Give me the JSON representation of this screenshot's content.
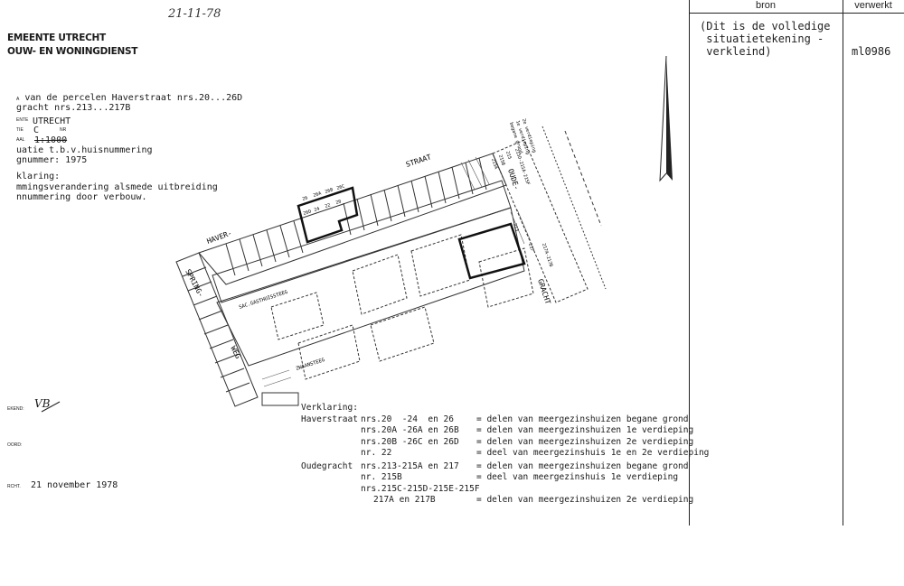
{
  "handwritten_date": "21-11-78",
  "header": {
    "line1": "EMEENTE UTRECHT",
    "line2": "OUW- EN WONINGDIENST"
  },
  "subject": {
    "line1_prefix": "",
    "line1": "van de percelen Haverstraat nrs.20...26D",
    "line2": "gracht nrs.213...217B",
    "label_gemeente": "ENTE",
    "value_gemeente": "UTRECHT",
    "label_sectie": "TIE",
    "value_sectie": "C",
    "label_nr": "NR",
    "label_schaal": "AAL",
    "value_schaal": "1:1000",
    "line_situatie": "uatie t.b.v.huisnummering",
    "line_nummer": "gnummer: 1975",
    "label_verklaring": "klaring:",
    "verklaring1": "mmingsverandering alsmede uitbreiding",
    "verklaring2": "nnummering door verbouw."
  },
  "footer_labels": {
    "getekend_label": "EKEND:",
    "getekend_value": "VB",
    "akkoord_label": "OORD:",
    "datum_label": "RCHT.",
    "datum_value": "21 november 1978"
  },
  "map_labels": {
    "haver": "HAVER-",
    "straat": "STRAAT",
    "spring": "SPRING-",
    "weg": "WEG",
    "oude": "OUDE-",
    "gracht": "GRACHT",
    "gasthuissteeg": "SAC.GASTHUISSTEEG",
    "zwaansteeg": "ZWAANSTEEG",
    "house_numbers": [
      "26",
      "26A",
      "26B",
      "26C",
      "26D",
      "24",
      "22",
      "20",
      "20A",
      "20B"
    ],
    "oude_numbers": [
      "215",
      "215D-215A-215F",
      "215B",
      "215A",
      "213",
      "217",
      "217A-217B"
    ],
    "verdieping_note": [
      "2e verdieping",
      "1e verdieping",
      "begane grond"
    ]
  },
  "legend": {
    "title": "Verklaring:",
    "groups": [
      {
        "street": "Haverstraat",
        "rows": [
          {
            "nrs": "nrs.20  -24  en 26",
            "desc": "= delen van meergezinshuizen begane grond"
          },
          {
            "nrs": "nrs.20A -26A en 26B",
            "desc": "= delen van meergezinshuizen 1e verdieping"
          },
          {
            "nrs": "nrs.20B -26C en 26D",
            "desc": "= delen van meergezinshuizen 2e verdieping"
          },
          {
            "nrs": "nr. 22",
            "desc": "= deel van meergezinshuis 1e en 2e verdieping"
          }
        ]
      },
      {
        "street": "Oudegracht",
        "rows": [
          {
            "nrs": "nrs.213-215A en 217",
            "desc": "= delen van meergezinshuizen begane grond"
          },
          {
            "nrs": "nr. 215B",
            "desc": "= deel van meergezinshuis 1e verdieping"
          },
          {
            "nrs": "nrs.215C-215D-215E-215F",
            "desc": ""
          },
          {
            "nrs": "217A en 217B",
            "desc": "= delen van meergezinshuizen 2e verdieping"
          }
        ]
      }
    ]
  },
  "register": {
    "col_bron": "bron",
    "col_verwerkt": "verwerkt",
    "bron_text": "(Dit is de volledige\n situatietekening -\n verkleind)",
    "verwerkt_text": "ml0986"
  }
}
